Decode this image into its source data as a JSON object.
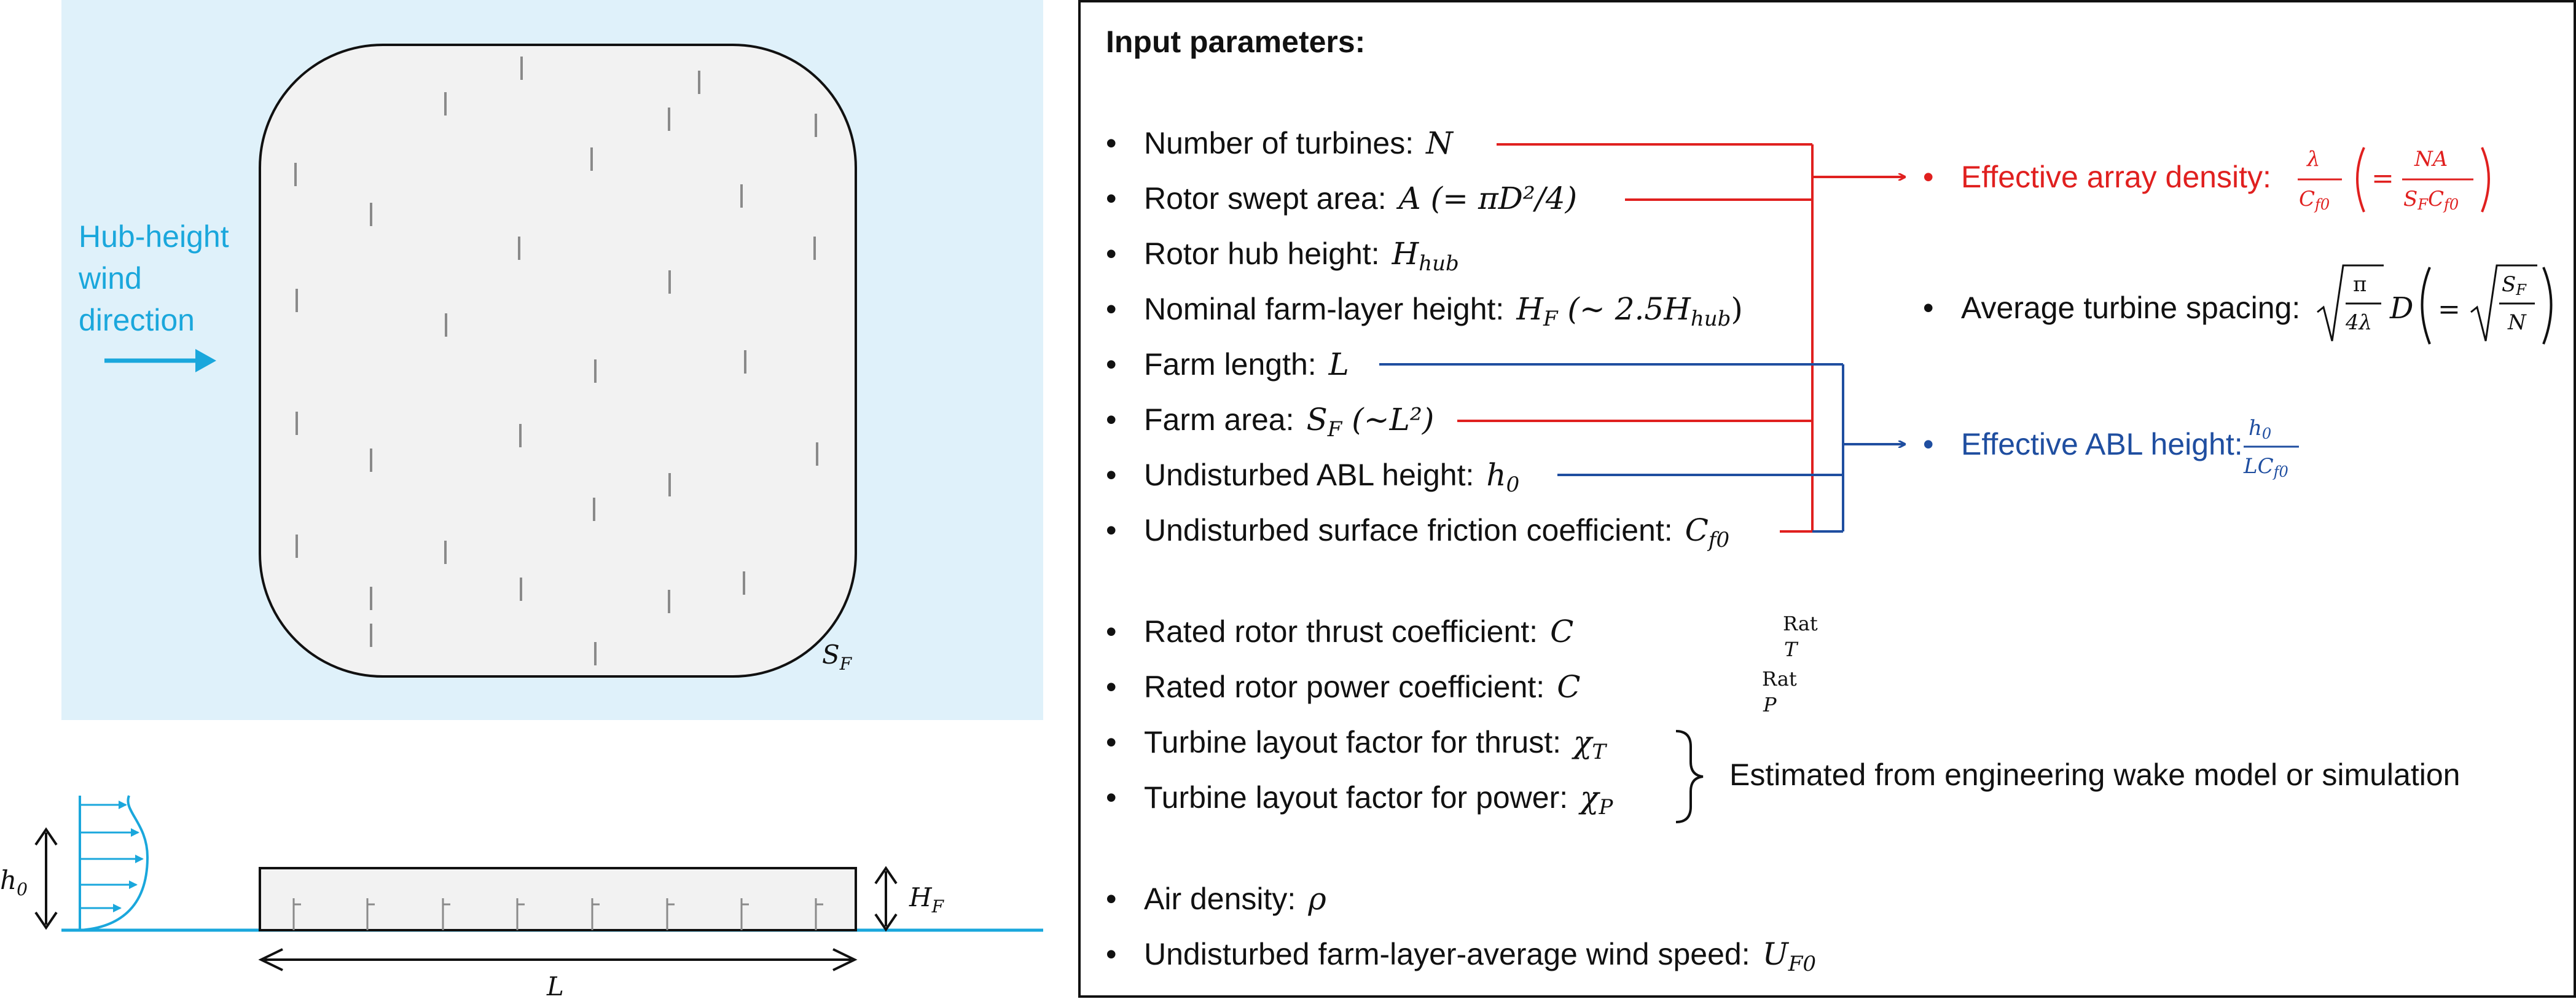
{
  "colors": {
    "wind_blue": "#1aa7dc",
    "panel_bg": "#dff1fa",
    "red": "#e0201f",
    "navy": "#1f4ea0",
    "farm_fill": "#f2f2f2",
    "turbine": "#8a8a8a"
  },
  "plan_view": {
    "wind_label": [
      "Hub-height",
      "wind",
      "direction"
    ],
    "farm_area_label": "S",
    "farm_area_sub": "F"
  },
  "side_view": {
    "h0_label": "h",
    "h0_sub": "0",
    "HF_label": "H",
    "HF_sub": "F",
    "L_label": "L"
  },
  "params": {
    "title": "Input parameters:",
    "group1": [
      {
        "text": "Number of turbines:",
        "sym": "N"
      },
      {
        "text": "Rotor swept area:",
        "sym": "A (= πD²/4)"
      },
      {
        "text": "Rotor hub height:",
        "sym": "H",
        "sub": "hub"
      },
      {
        "text": "Nominal farm-layer height:",
        "sym": "H",
        "sub": "F",
        "tail": " (∼ 2.5H",
        "tailsub": "hub",
        "tailend": ")"
      },
      {
        "text": "Farm length:",
        "sym": "L"
      },
      {
        "text": "Farm area:",
        "sym": "S",
        "sub": "F",
        "tail": " (∼L²)"
      },
      {
        "text": "Undisturbed ABL height:",
        "sym": "h",
        "sub": "0"
      },
      {
        "text": "Undisturbed surface friction coefficient:",
        "sym": "C",
        "sub": "f0"
      }
    ],
    "group2": [
      {
        "text": "Rated rotor thrust coefficient:",
        "sym": "C",
        "sub": "T",
        "sup": "Rat"
      },
      {
        "text": "Rated rotor power coefficient:",
        "sym": "C",
        "sub": "P",
        "sup": "Rat"
      },
      {
        "text": "Turbine layout factor for thrust:",
        "sym": "χ",
        "sub": "T"
      },
      {
        "text": "Turbine layout factor for power:",
        "sym": "χ",
        "sub": "P"
      }
    ],
    "estimated_note": "Estimated from engineering wake model or simulation",
    "group3": [
      {
        "text": "Air density:",
        "sym": "ρ"
      },
      {
        "text": "Undisturbed farm-layer-average wind speed:",
        "sym": "U",
        "sub": "F0"
      }
    ]
  },
  "outputs": {
    "array_density_label": "Effective array density:",
    "spacing_label": "Average turbine spacing:",
    "abl_label": "Effective ABL height:"
  }
}
